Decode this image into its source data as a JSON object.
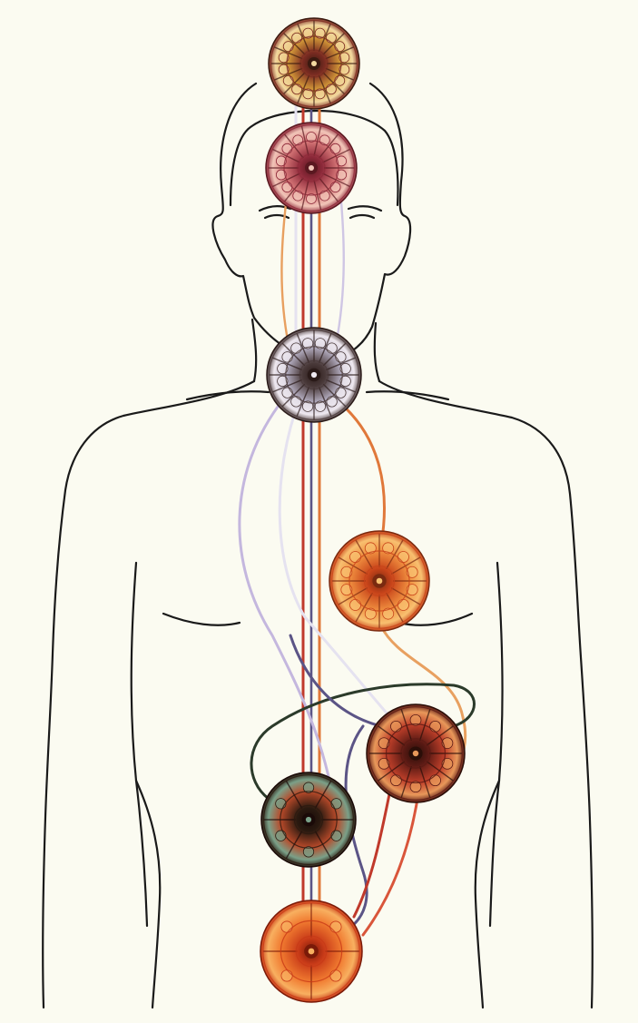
{
  "palette": {
    "background": "#fbfbf1",
    "outline": "#1a1a1a",
    "red_channel": "#c0392b",
    "orange_channel": "#e0783a",
    "violet_channel": "#5b5486",
    "lilac_channel": "#c4b7de",
    "pale_channel": "#e5e2f0",
    "dark_green_channel": "#2b3a2a"
  },
  "chakras": [
    {
      "id": "crown",
      "colors": [
        "#7c2c22",
        "#d9a13a",
        "#f3d9a0",
        "#3b1a10"
      ],
      "petals": 16
    },
    {
      "id": "third-eye",
      "colors": [
        "#8e2a3a",
        "#d97a7a",
        "#f1c5b8",
        "#5a1820"
      ],
      "petals": 14
    },
    {
      "id": "throat",
      "colors": [
        "#4a3a3a",
        "#b8b2c6",
        "#efe9f0",
        "#2a1a18"
      ],
      "petals": 16
    },
    {
      "id": "heart",
      "colors": [
        "#c8441a",
        "#f09040",
        "#f8c070",
        "#7a2a10"
      ],
      "petals": 12
    },
    {
      "id": "solar-plexus",
      "colors": [
        "#5a1a14",
        "#c0402a",
        "#e8985a",
        "#2a0e08"
      ],
      "petals": 10
    },
    {
      "id": "sacral",
      "colors": [
        "#2a1a10",
        "#b84a2a",
        "#7aa088",
        "#1a0a08"
      ],
      "petals": 6
    },
    {
      "id": "root",
      "colors": [
        "#c83a18",
        "#f07a30",
        "#f8b060",
        "#7a1a08"
      ],
      "petals": 4
    }
  ]
}
